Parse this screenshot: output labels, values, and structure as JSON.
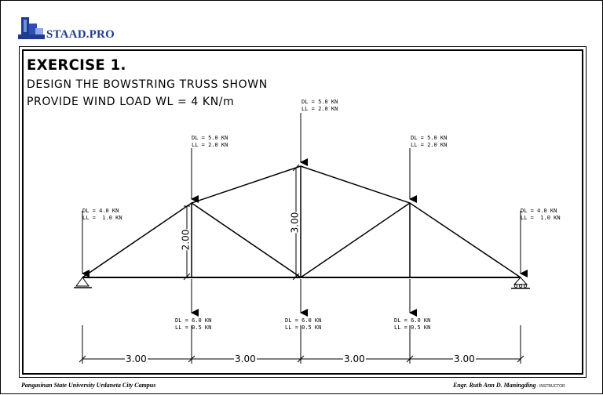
{
  "header": {
    "logo_text": "STAAD.PRO",
    "logo_icon": "staad-pro-logo-icon"
  },
  "exercise": {
    "title": "EXERCISE 1.",
    "line1": "DESIGN THE BOWSTRING TRUSS SHOWN",
    "line2": "PROVIDE WIND LOAD WL = 4 KN/m"
  },
  "loads": {
    "top_left_end": [
      "DL = 4.0 KN",
      "LL =  1.0 KN"
    ],
    "top_left_panel": [
      "DL = 5.0 KN",
      "LL = 2.0 KN"
    ],
    "top_apex": [
      "DL = 5.0 KN",
      "LL = 2.0 KN"
    ],
    "top_right_panel": [
      "DL = 5.0 KN",
      "LL = 2.0 KN"
    ],
    "top_right_end": [
      "DL = 4.0 KN",
      "LL =  1.0 KN"
    ],
    "bottom_1": [
      "DL = 6.0 KN",
      "LL = 0.5 KN"
    ],
    "bottom_2": [
      "DL = 6.0 KN",
      "LL = 0.5 KN"
    ],
    "bottom_3": [
      "DL = 6.0 KN",
      "LL = 0.5 KN"
    ]
  },
  "dimensions": {
    "spans": [
      "3.00",
      "3.00",
      "3.00",
      "3.00"
    ],
    "height_panel": "2.00",
    "height_apex": "3.00"
  },
  "footer": {
    "left": "Pangasinan State University Urdaneta City Campus",
    "right": "Engr. Ruth Ann D. Maningding",
    "role": " - INSTRUCTOR"
  }
}
